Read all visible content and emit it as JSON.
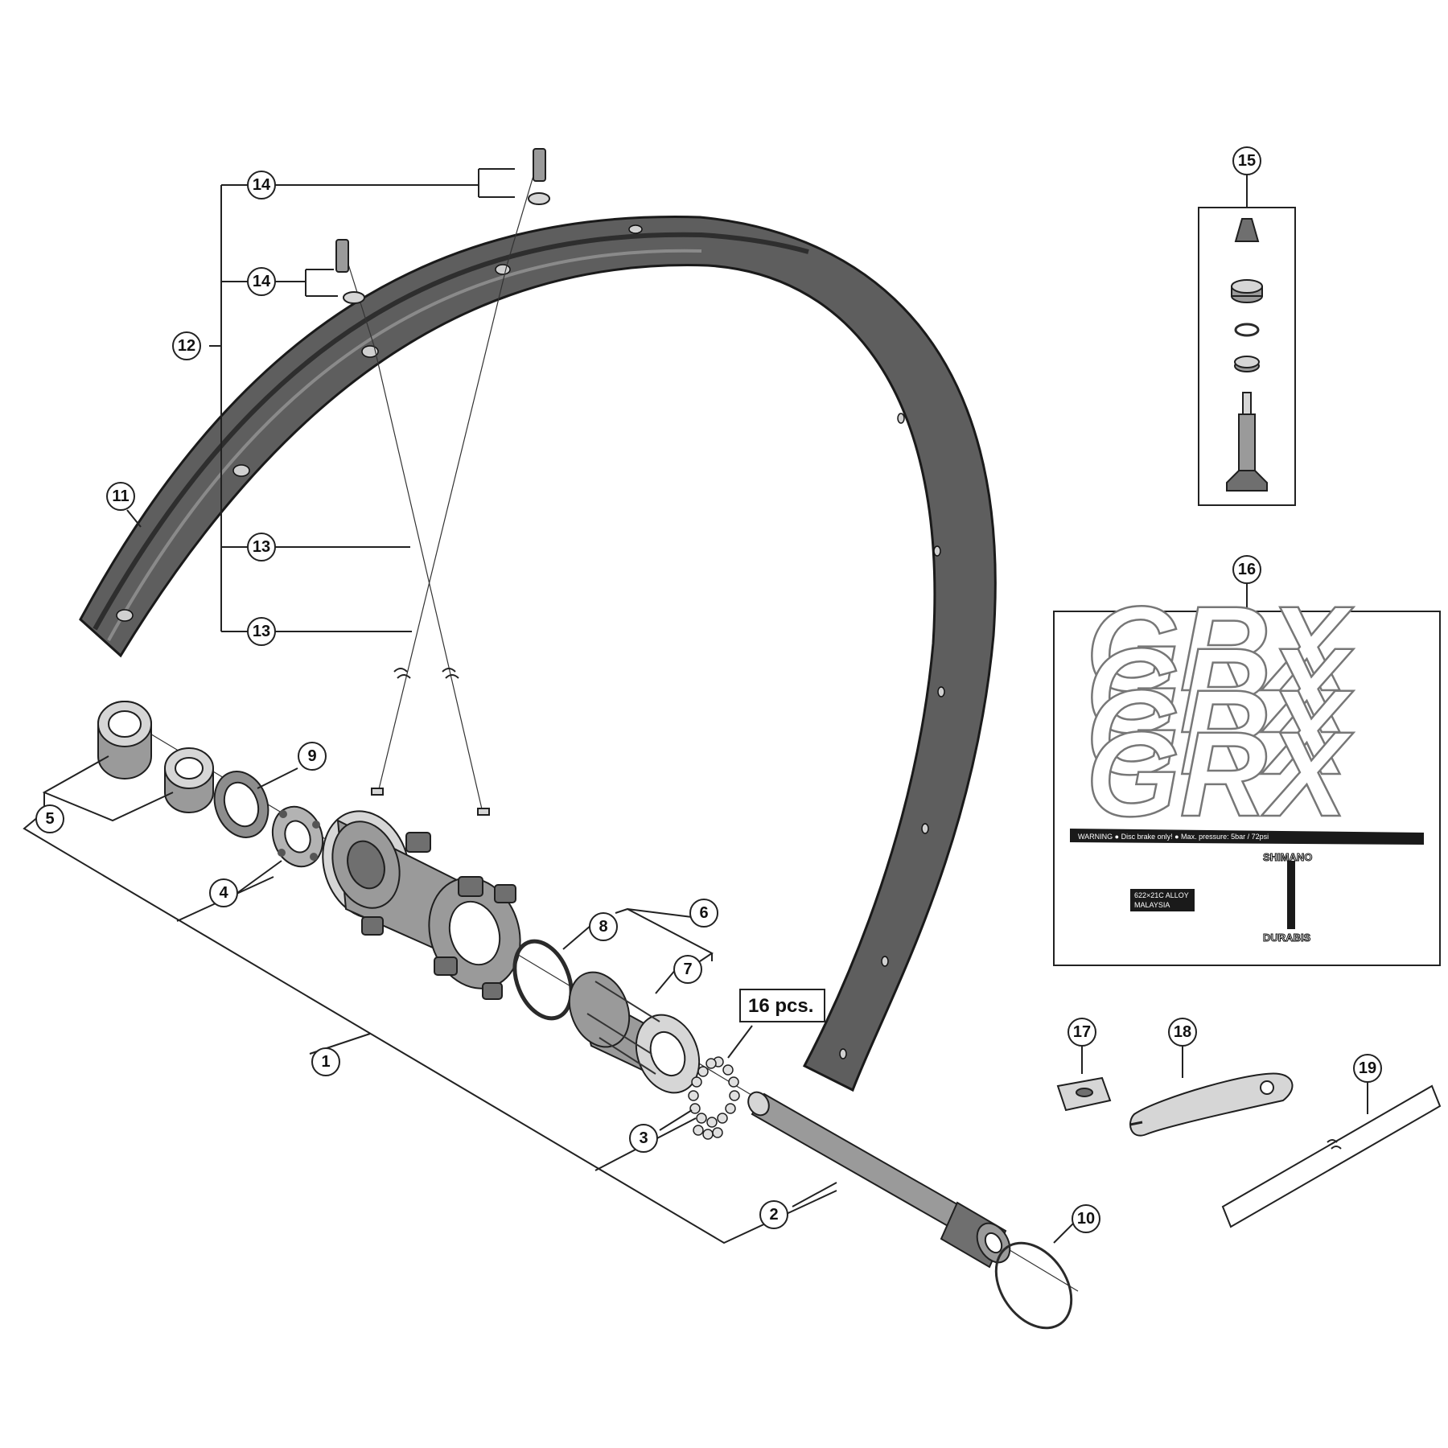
{
  "callouts": {
    "c1": "1",
    "c2": "2",
    "c3": "3",
    "c4": "4",
    "c5": "5",
    "c6": "6",
    "c7": "7",
    "c8": "8",
    "c9": "9",
    "c10": "10",
    "c11": "11",
    "c12": "12",
    "c13a": "13",
    "c13b": "13",
    "c14a": "14",
    "c14b": "14",
    "c15": "15",
    "c16": "16",
    "c17": "17",
    "c18": "18",
    "c19": "19"
  },
  "bearing_qty": "16 pcs.",
  "decal": {
    "logo": "GRX",
    "logo_count": 4,
    "warning_strip": "WARNING  ● Disc brake only!  ● Max. pressure: 5bar / 72psi",
    "material_label": "622×21C ALLOY",
    "origin_label": "MALAYSIA",
    "brand_top": "SHIMANO",
    "brand_bottom": "DURABIS"
  },
  "colors": {
    "rim": "#5a5a5a",
    "rim_outline": "#1a1a1a",
    "line": "#222222",
    "part_fill": "#9a9a9a"
  }
}
